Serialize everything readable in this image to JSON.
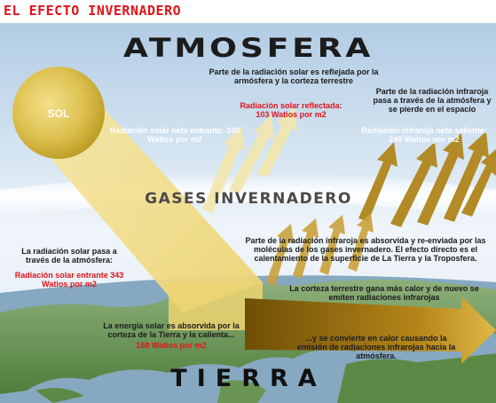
{
  "header": {
    "title": "EL EFECTO INVERNADERO"
  },
  "titles": {
    "atmosphere": "ATMOSFERA",
    "gases": "GASES INVERNADERO",
    "earth": "TIERRA"
  },
  "sun": {
    "label": "SOL"
  },
  "labels": {
    "reflected_desc": "Parte de la radiación solar es reflejada por la armósfera y la corteza terrestre",
    "reflected_value": "Radiación solar reflectada: 103 Watios por m2",
    "ir_escape_desc": "Parte de la radiación infraroja pasa a través de la atmósfera y se pierde en el espacio",
    "net_incoming": "Radiación solar neta entrante: 240 Watios por m2",
    "net_outgoing": "Radiación infraroja neta saliente: 240 Watios por m2",
    "passes_atmosphere": "La radiación solar pasa a través de la atmósfera:",
    "incoming_value": "Radiación solar entrante 343 Watios por m2",
    "absorbed_ir": "Parte de la radiación infraroja es absorvida y re-enviada por las moléculas de los gases invernadero. El efecto directo es el calentamiento de la superficie de La Tierra y la Troposfera.",
    "crust_warms": "La corteza terrestre gana más calor y de nuevo se emiten radiaciones infrarojas",
    "absorbed_earth": "La energía solar es absorvida por la corteza de la Tierra y la calienta...",
    "absorbed_earth_value": "168 Watios por m2",
    "heat_emission": "...y se convierte en calor causando la emisión de radiaciones infrarojas hacia la atmósfera."
  },
  "colors": {
    "title_red": "#e0141b",
    "value_red": "#e0141b",
    "sky_blue": "#b4cfe6",
    "sun_yellow": "#d9bf4e",
    "ir_arrow_brown": "#9a6f10",
    "land_green": "#6a9a52",
    "sea_blue": "#7fa3bc"
  }
}
